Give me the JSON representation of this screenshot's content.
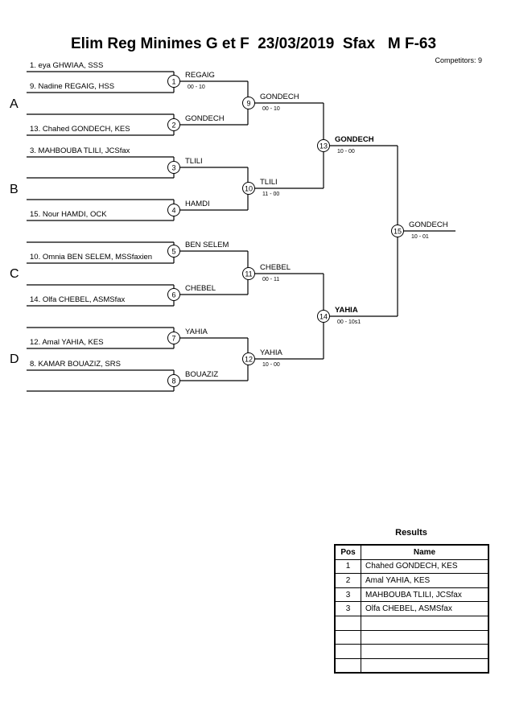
{
  "title": "Elim Reg Minimes G et F  23/03/2019  Sfax   M F-63",
  "competitors": "Competitors: 9",
  "pools": [
    "A",
    "B",
    "C",
    "D"
  ],
  "round1": [
    {
      "num": "1",
      "top": "1. eya GHWIAA, SSS",
      "bottom": "9. Nadine REGAIG, HSS",
      "winner": "REGAIG",
      "score": "00 - 10"
    },
    {
      "num": "2",
      "top": "",
      "bottom": "13. Chahed GONDECH, KES",
      "winner": "GONDECH",
      "score": ""
    },
    {
      "num": "3",
      "top": "3. MAHBOUBA TLILI, JCSfax",
      "bottom": "",
      "winner": "TLILI",
      "score": ""
    },
    {
      "num": "4",
      "top": "",
      "bottom": "15. Nour HAMDI, OCK",
      "winner": "HAMDI",
      "score": ""
    },
    {
      "num": "5",
      "top": "",
      "bottom": "10. Omnia BEN SELEM, MSSfaxien",
      "winner": "BEN SELEM",
      "score": ""
    },
    {
      "num": "6",
      "top": "",
      "bottom": "14. Olfa CHEBEL, ASMSfax",
      "winner": "CHEBEL",
      "score": ""
    },
    {
      "num": "7",
      "top": "",
      "bottom": "12. Amal YAHIA, KES",
      "winner": "YAHIA",
      "score": ""
    },
    {
      "num": "8",
      "top": "8. KAMAR BOUAZIZ, SRS",
      "bottom": "",
      "winner": "BOUAZIZ",
      "score": ""
    }
  ],
  "round2": [
    {
      "num": "9",
      "winner": "GONDECH",
      "score": "00 - 10"
    },
    {
      "num": "10",
      "winner": "TLILI",
      "score": "11 - 00"
    },
    {
      "num": "11",
      "winner": "CHEBEL",
      "score": "00 - 11"
    },
    {
      "num": "12",
      "winner": "YAHIA",
      "score": "10 - 00"
    }
  ],
  "semis": [
    {
      "num": "13",
      "winner": "GONDECH",
      "score": "10 - 00"
    },
    {
      "num": "14",
      "winner": "YAHIA",
      "score": "00 - 10s1"
    }
  ],
  "final": {
    "num": "15",
    "winner": "GONDECH",
    "score": "10 - 01"
  },
  "results": {
    "title": "Results",
    "headers": [
      "Pos",
      "Name"
    ],
    "rows": [
      {
        "pos": "1",
        "name": "Chahed GONDECH, KES"
      },
      {
        "pos": "2",
        "name": "Amal YAHIA, KES"
      },
      {
        "pos": "3",
        "name": "MAHBOUBA TLILI, JCSfax"
      },
      {
        "pos": "3",
        "name": "Olfa CHEBEL, ASMSfax"
      },
      {
        "pos": "",
        "name": ""
      },
      {
        "pos": "",
        "name": ""
      },
      {
        "pos": "",
        "name": ""
      },
      {
        "pos": "",
        "name": ""
      }
    ]
  }
}
